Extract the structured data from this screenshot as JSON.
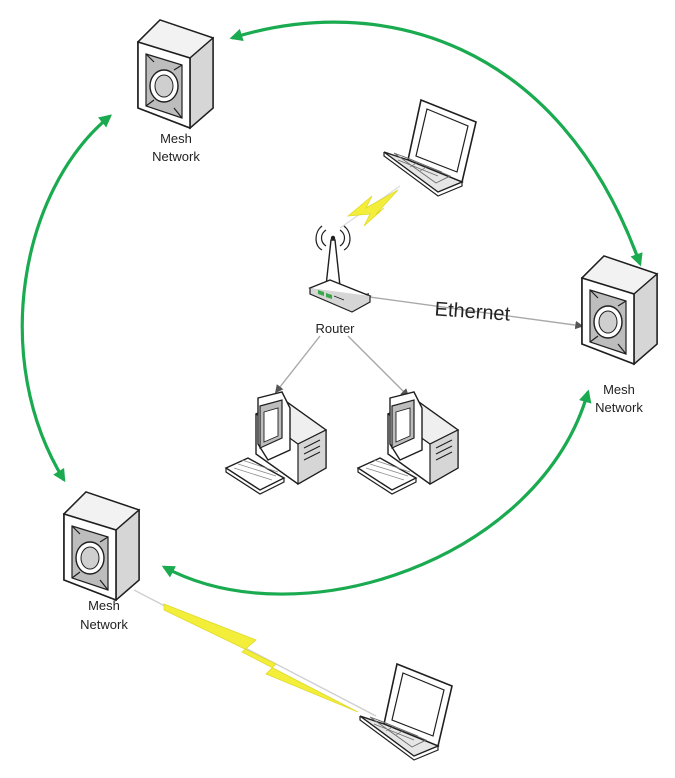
{
  "nodes": {
    "mesh_top_left": {
      "line1": "Mesh",
      "line2": "Network"
    },
    "mesh_right": {
      "line1": "Mesh",
      "line2": "Network"
    },
    "mesh_bottom_left": {
      "line1": "Mesh",
      "line2": "Network"
    },
    "router": {
      "label": "Router"
    }
  },
  "links": {
    "ethernet_label": "Ethernet"
  },
  "colors": {
    "mesh_link": "#1aaa50",
    "wireless_bolt": "#f3ee3a",
    "wire": "#a9a9a9",
    "device_outline": "#1f1f1f",
    "device_fill": "#ffffff",
    "device_shade": "#d8d8d8"
  }
}
